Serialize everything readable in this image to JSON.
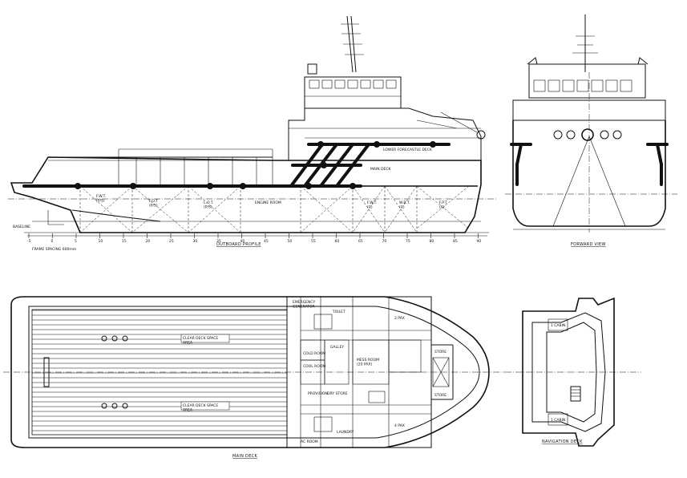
{
  "views": {
    "outboard_profile": {
      "title": "OUTBOARD PROFILE"
    },
    "forward_view": {
      "title": "FORWARD VIEW"
    },
    "main_deck": {
      "title": "MAIN DECK"
    },
    "navigation_deck": {
      "title": "NAVIGATION DECK"
    }
  },
  "profile_labels": {
    "fwt_port": "F.W.T.\n(P/S)",
    "fot_1": "F.O.T\n(P/S)",
    "lot": "L.O.T.\n(P/S)",
    "engine_room": "ENGINE ROOM",
    "fwt_mid": "F.W.T.\n(C)",
    "wbt": "W.B.T.\n(C)",
    "fpt": "F.P.T.\n(C)",
    "lower_forecastle_deck": "LOWER FORECASTLE DECK",
    "main_deck": "MAIN DECK",
    "baseline": "BASELINE",
    "frame_spacing": "FRAME SPACING 600mm"
  },
  "frame_numbers": [
    "-5",
    "0",
    "5",
    "10",
    "15",
    "20",
    "25",
    "30",
    "35",
    "40",
    "45",
    "50",
    "55",
    "60",
    "65",
    "70",
    "75",
    "80",
    "85",
    "90"
  ],
  "deck_labels": {
    "clear_deck_area_1": "CLEAR DECK SPACE\nAREA",
    "clear_deck_area_2": "CLEAR DECK SPACE\nAREA",
    "emergency_generator": "EMERGENCY\nGENERATOR",
    "toilet": "TOILET",
    "ac_room": "AC ROOM",
    "laundry": "LAUNDRY",
    "galley": "GALLEY",
    "cold_room": "COLD ROOM",
    "cool_room": "COOL ROOM",
    "provision": "PROVISION",
    "mess_room": "MESS ROOM\n(20 PAX)",
    "dry_store": "DRY STORE",
    "store_1": "STORE",
    "store_2": "STORE",
    "cabin_2pax": "2 PAX",
    "cabin_4pax": "4 PAX"
  },
  "nav_labels": {
    "cabin_1": "1 CABIN",
    "cabin_2": "1 CABIN"
  }
}
